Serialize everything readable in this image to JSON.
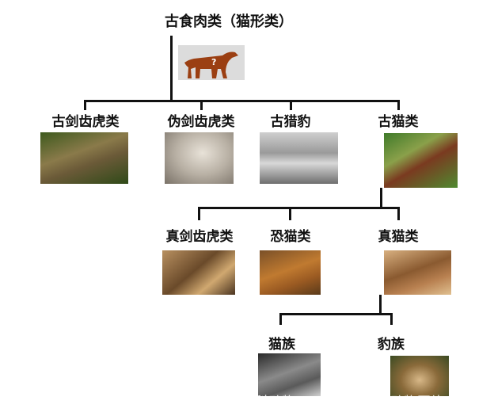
{
  "root": {
    "label": "古食肉类（猫形类）",
    "image": "unknown-sabertooth-silhouette",
    "mark": "?"
  },
  "level1": [
    {
      "label": "古剑齿虎类",
      "image": "nimravid-illustration"
    },
    {
      "label": "伪剑齿虎类",
      "image": "skull-photo"
    },
    {
      "label": "古猎豹",
      "image": "ancient-cheetah-grayscale"
    },
    {
      "label": "古猫类",
      "image": "proailurus-on-branch"
    }
  ],
  "level2": [
    {
      "label": "真剑齿虎类",
      "image": "sabertooth-illustration"
    },
    {
      "label": "恐猫类",
      "image": "dinofelis-illustration"
    },
    {
      "label": "真猫类",
      "image": "early-felid-illustration"
    }
  ],
  "level3": [
    {
      "label": "猫族",
      "image": "cat-grayscale-photo"
    },
    {
      "label": "豹族",
      "image": "leopard-cub-photo"
    }
  ],
  "watermark": [
    "科动物",
    "动物图片"
  ],
  "colors": {
    "line": "#111111",
    "silhouette": "#9b3f12",
    "root_bg": "#dcdcdc"
  }
}
